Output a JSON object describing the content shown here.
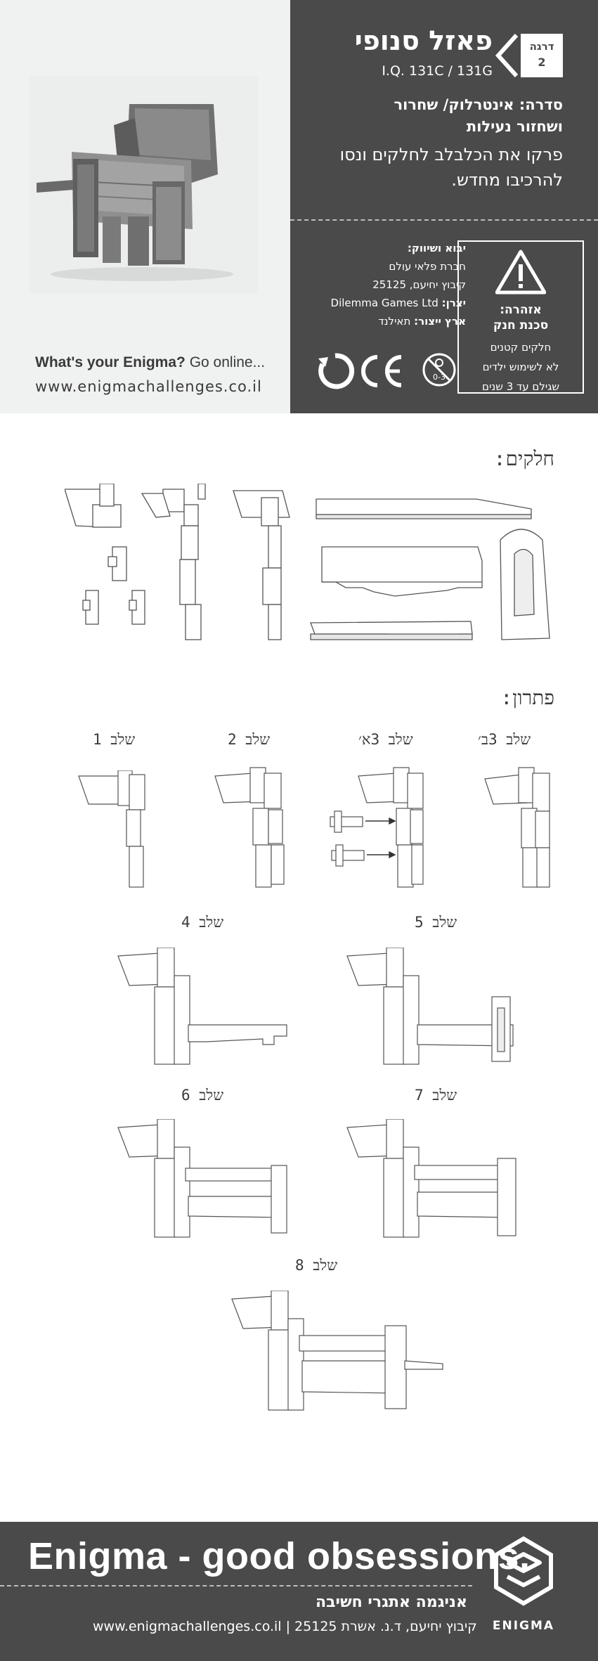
{
  "header": {
    "level_word": "דרגה",
    "level_number": "2",
    "title": "פאזל סנופי",
    "model_codes": "I.Q. 131C / 131G",
    "series_line1": "סדרה: אינטרלוק/ שחרור",
    "series_line2": "ושחזור נעילות",
    "description_line1": "פרקו את הכלבלב לחלקים ונסו",
    "description_line2": "להרכיבו מחדש.",
    "tagline_bold": "What's your Enigma?",
    "tagline_rest": " Go online...",
    "website": "www.enigmachallenges.co.il",
    "colors": {
      "dark_panel": "#4a4a4a",
      "light_panel": "#f0f1f1"
    }
  },
  "importer": {
    "label": "יבוא ושיווק:",
    "company": "חברת פלאי עולם",
    "address": "קיבוץ יחיעם, 25125",
    "maker_label": "יצרן:",
    "maker_value": "Dilemma Games Ltd",
    "origin_label": "ארץ ייצור:",
    "origin_value": "תאילנד"
  },
  "warning": {
    "title_line1": "אזהרה:",
    "title_line2": "סכנת חנק",
    "body_line1": "חלקים קטנים",
    "body_line2": "לא לשימוש ילדים",
    "body_line3": "שגילם עד 3 שנים",
    "icon": "warning-triangle-icon"
  },
  "certs": {
    "age_label": "0-3",
    "icons": [
      "no-small-children-icon",
      "ce-mark-icon",
      "recycle-icon"
    ]
  },
  "parts": {
    "title": "חלקים:"
  },
  "solution": {
    "title": "פתרון:",
    "steps": {
      "s1": "שלב 1",
      "s2": "שלב 2",
      "s3a": "שלב 3א׳",
      "s3b": "שלב 3ב׳",
      "s4": "שלב 4",
      "s5": "שלב 5",
      "s6": "שלב 6",
      "s7": "שלב 7",
      "s8": "שלב 8"
    }
  },
  "footer": {
    "slogan": "Enigma - good obsessions.",
    "hebrew_name": "אניגמה אתגרי חשיבה",
    "address_line": "www.enigmachallenges.co.il | 25125 קיבוץ יחיעם, ד.נ. אשרת",
    "brand": "ENIGMA"
  }
}
